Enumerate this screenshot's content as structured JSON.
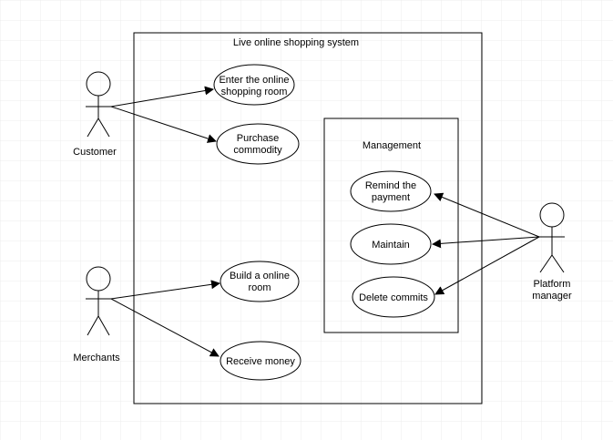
{
  "system": {
    "title": "Live online shopping system"
  },
  "management": {
    "title": "Management"
  },
  "actors": {
    "customer": {
      "label": "Customer"
    },
    "merchants": {
      "label": "Merchants"
    },
    "platform_manager": {
      "label_line1": "Platform",
      "label_line2": "manager"
    }
  },
  "use_cases": {
    "enter_room": {
      "line1": "Enter the online",
      "line2": "shopping room"
    },
    "purchase": {
      "line1": "Purchase",
      "line2": "commodity"
    },
    "build_room": {
      "line1": "Build a online",
      "line2": "room"
    },
    "receive_money": {
      "line1": "Receive money"
    },
    "remind_payment": {
      "line1": "Remind the",
      "line2": "payment"
    },
    "maintain": {
      "line1": "Maintain"
    },
    "delete_commits": {
      "line1": "Delete commits"
    }
  },
  "colors": {
    "line": "#000000",
    "background": "#ffffff",
    "grid": "#e8e8e8"
  }
}
